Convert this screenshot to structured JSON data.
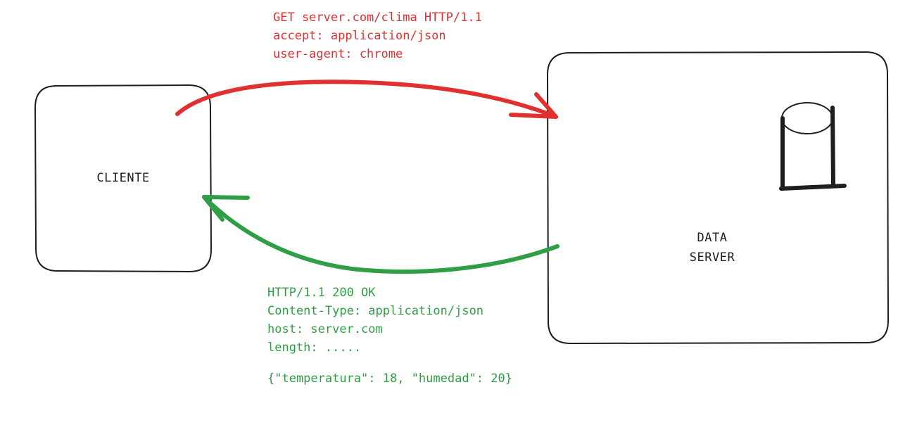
{
  "colors": {
    "request": "#e03131",
    "response": "#2f9e44",
    "stroke": "#1e1e1e"
  },
  "client": {
    "label": "CLIENTE"
  },
  "server": {
    "label_line1": "DATA",
    "label_line2": "SERVER",
    "icon": "database-icon"
  },
  "request": {
    "lines": [
      "GET server.com/clima HTTP/1.1",
      "accept: application/json",
      "user-agent: chrome"
    ]
  },
  "response": {
    "lines": [
      "HTTP/1.1 200 OK",
      "Content-Type: application/json",
      "host: server.com",
      "length: ....."
    ],
    "body": "{\"temperatura\": 18, \"humedad\": 20}"
  }
}
